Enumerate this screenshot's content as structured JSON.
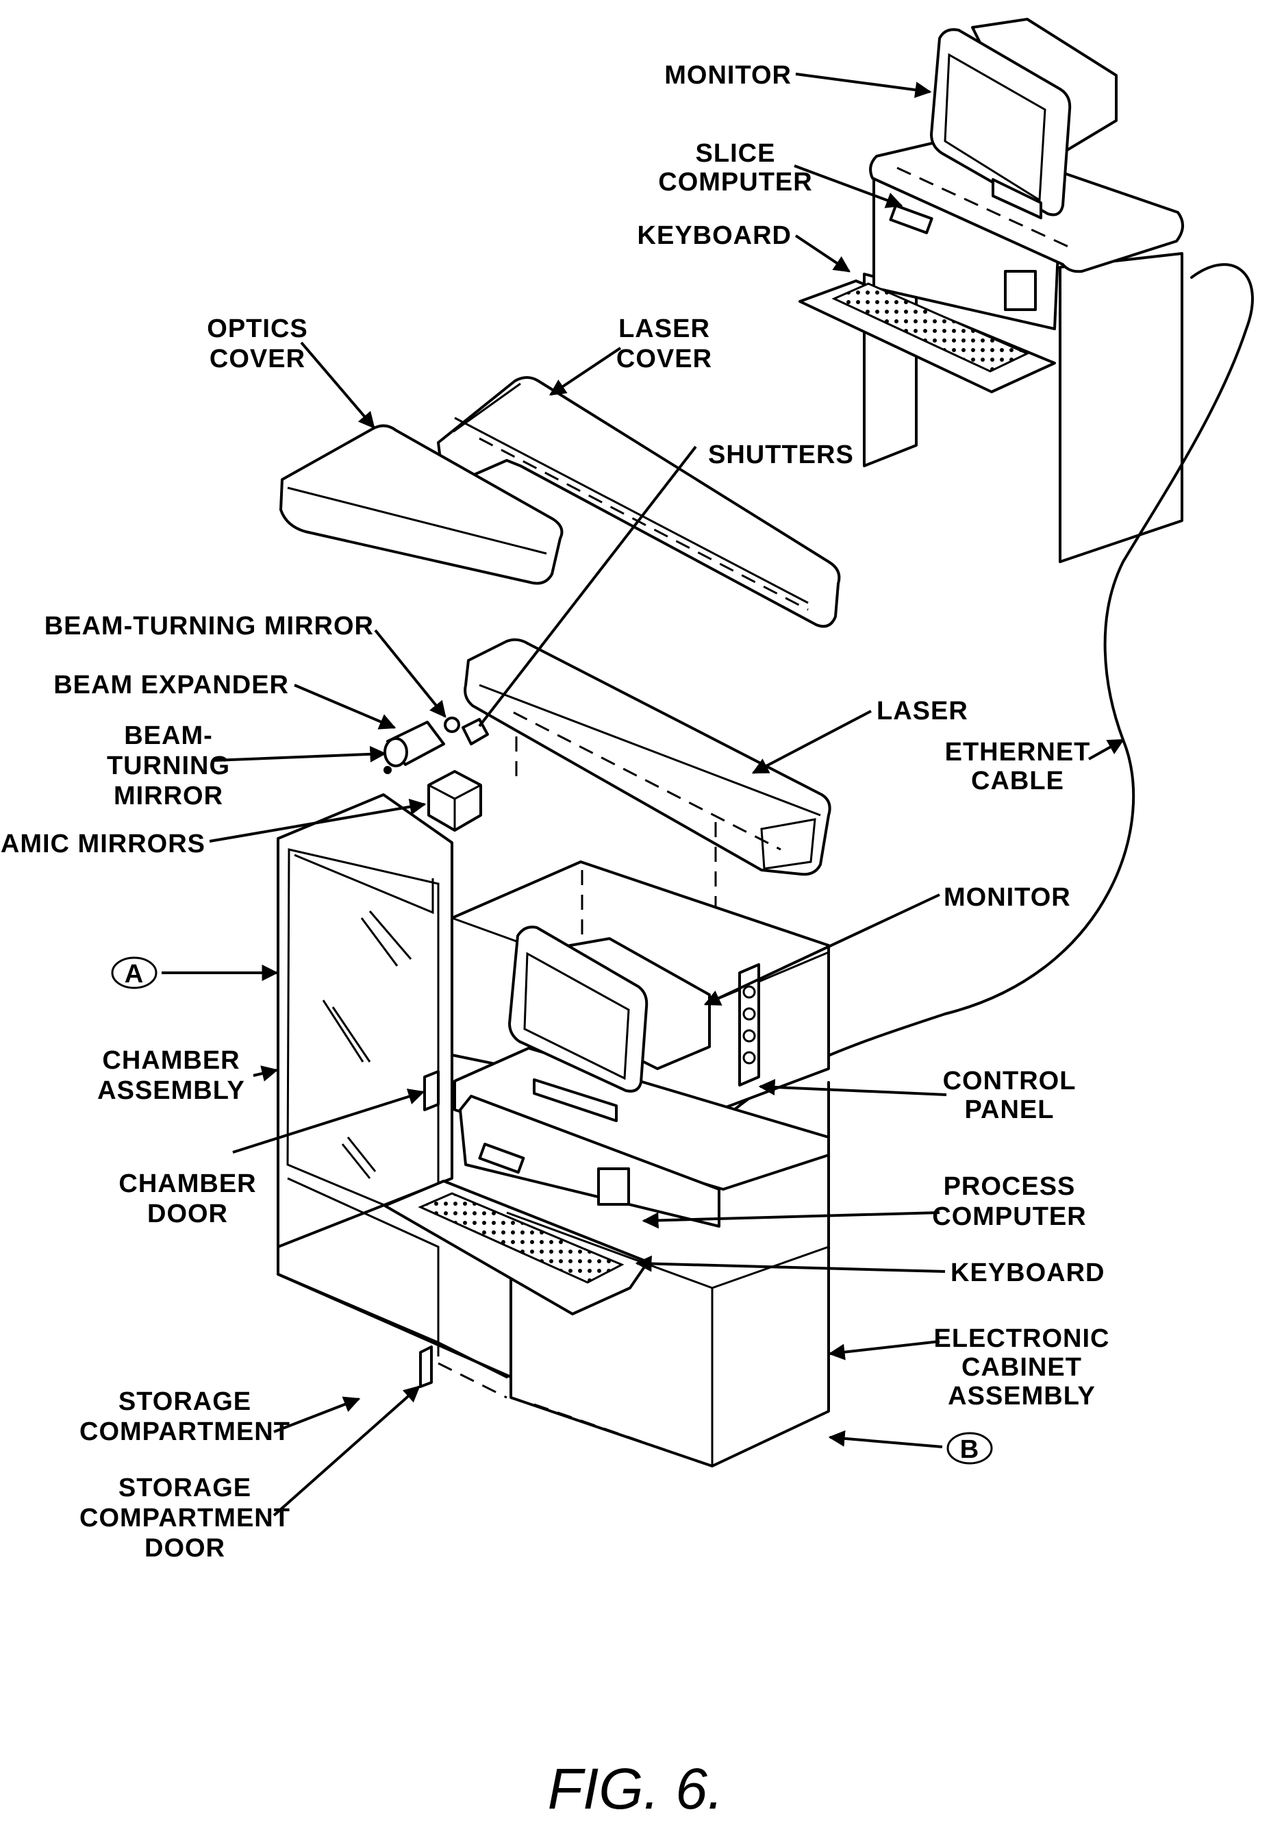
{
  "figure": {
    "caption": "FIG. 6.",
    "labels": {
      "monitor_top": "MONITOR",
      "slice_computer_1": "SLICE",
      "slice_computer_2": "COMPUTER",
      "keyboard_top": "KEYBOARD",
      "optics_cover_1": "OPTICS",
      "optics_cover_2": "COVER",
      "laser_cover_1": "LASER",
      "laser_cover_2": "COVER",
      "shutters": "SHUTTERS",
      "beam_turning_mirror_top": "BEAM-TURNING MIRROR",
      "beam_expander": "BEAM EXPANDER",
      "beam_turning_mirror_1": "BEAM-",
      "beam_turning_mirror_2": "TURNING",
      "beam_turning_mirror_3": "MIRROR",
      "dynamic_mirrors": "DYNAMIC MIRRORS",
      "laser": "LASER",
      "ethernet_cable_1": "ETHERNET",
      "ethernet_cable_2": "CABLE",
      "ref_a": "A",
      "chamber_assembly_1": "CHAMBER",
      "chamber_assembly_2": "ASSEMBLY",
      "monitor_mid": "MONITOR",
      "control_panel_1": "CONTROL",
      "control_panel_2": "PANEL",
      "chamber_door_1": "CHAMBER",
      "chamber_door_2": "DOOR",
      "process_computer_1": "PROCESS",
      "process_computer_2": "COMPUTER",
      "keyboard_mid": "KEYBOARD",
      "electronic_cabinet_1": "ELECTRONIC",
      "electronic_cabinet_2": "CABINET",
      "electronic_cabinet_3": "ASSEMBLY",
      "storage_compartment_1": "STORAGE",
      "storage_compartment_2": "COMPARTMENT",
      "ref_b": "B",
      "storage_door_1": "STORAGE",
      "storage_door_2": "COMPARTMENT",
      "storage_door_3": "DOOR"
    }
  }
}
